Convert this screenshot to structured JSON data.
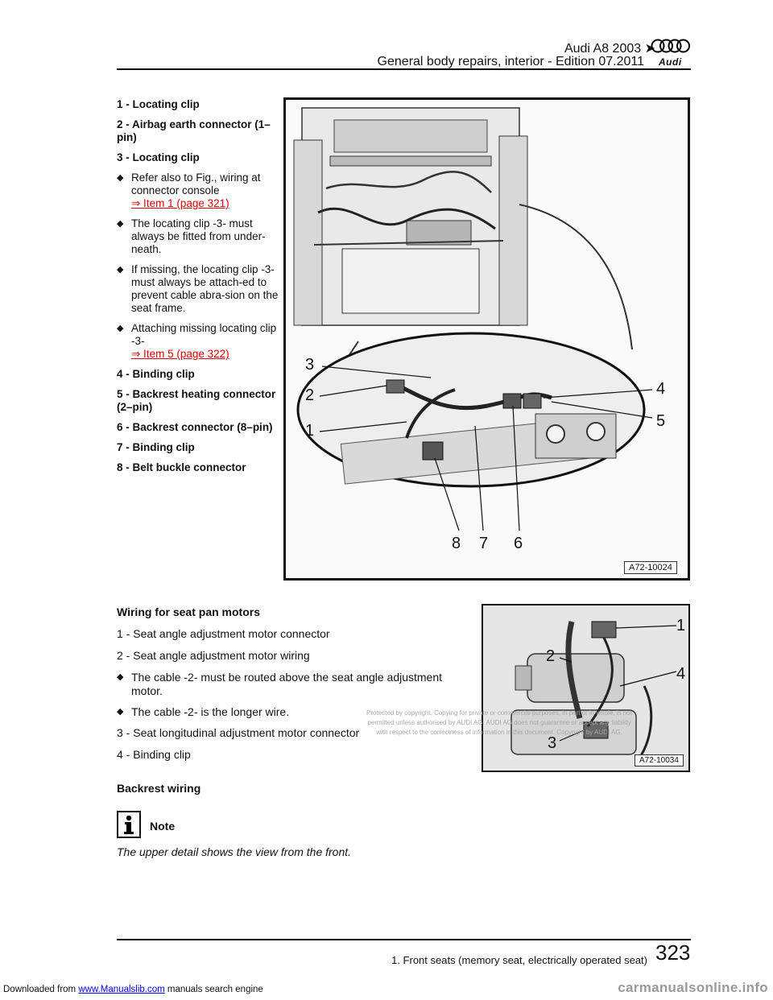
{
  "header": {
    "model": "Audi A8 2003 ➤",
    "subtitle": "General body repairs, interior - Edition 07.2011",
    "brand": "Audi"
  },
  "legend1": {
    "items": [
      {
        "text": "1 - Locating clip",
        "style": "bold"
      },
      {
        "text": "2 - Airbag earth connector (1–pin)",
        "style": "bold"
      },
      {
        "text": "3 - Locating clip",
        "style": "bold"
      },
      {
        "text": "Refer also to Fig., wiring at connector console",
        "style": "bullet",
        "link": "⇒ Item 1 (page 321)"
      },
      {
        "text": "The locating clip -3- must always be fitted from under-neath.",
        "style": "bullet"
      },
      {
        "text": "If missing, the locating clip -3- must always be attach-ed to prevent cable abra-sion on the seat frame.",
        "style": "bullet"
      },
      {
        "text": "Attaching missing locating clip -3-",
        "style": "bullet",
        "link": "⇒ Item 5 (page 322)"
      },
      {
        "text": "4 - Binding clip",
        "style": "bold"
      },
      {
        "text": "5 - Backrest heating connector (2–pin)",
        "style": "bold"
      },
      {
        "text": "6 - Backrest connector (8–pin)",
        "style": "bold"
      },
      {
        "text": "7 - Binding clip",
        "style": "bold"
      },
      {
        "text": "8 - Belt buckle connector",
        "style": "bold"
      }
    ]
  },
  "figure1": {
    "code": "A72-10024",
    "callouts": [
      "3",
      "2",
      "1",
      "4",
      "5",
      "8",
      "7",
      "6"
    ]
  },
  "section2": {
    "title": "Wiring for seat pan motors",
    "items": [
      {
        "text": "1 - Seat angle adjustment motor connector",
        "style": "plain"
      },
      {
        "text": "2 - Seat angle adjustment motor wiring",
        "style": "plain"
      },
      {
        "text": "The cable -2- must be routed above the seat angle adjustment motor.",
        "style": "bullet"
      },
      {
        "text": "The cable -2- is the longer wire.",
        "style": "bullet"
      },
      {
        "text": "3 - Seat longitudinal adjustment motor connector",
        "style": "plain"
      },
      {
        "text": "4 - Binding clip",
        "style": "plain"
      }
    ]
  },
  "figure2": {
    "code": "A72-10034",
    "callouts": [
      "1",
      "2",
      "4",
      "3"
    ]
  },
  "watermark": {
    "line1": "Protected by copyright. Copying for private or commercial purposes, in part or in whole, is not",
    "line2": "permitted unless authorised by AUDI AG. AUDI AG does not guarantee or accept any liability",
    "line3": "with respect to the correctness of information in this document. Copyright by AUDI AG."
  },
  "section3": {
    "title": "Backrest wiring",
    "note_label": "Note",
    "note_text": "The upper detail shows the view from the front."
  },
  "footer": {
    "section": "1. Front seats (memory seat, electrically operated seat)",
    "page": "323"
  },
  "banner": {
    "prefix": "Downloaded from ",
    "link": "www.Manualslib.com",
    "suffix": " manuals search engine",
    "site": "carmanualsonline.info"
  }
}
